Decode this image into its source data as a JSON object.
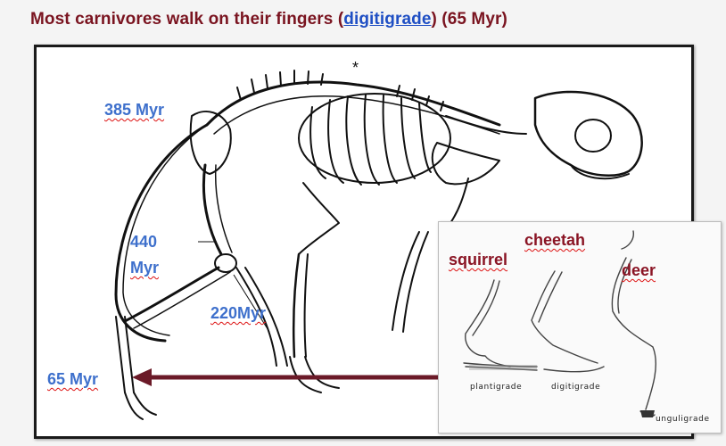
{
  "slide": {
    "title_pre": "Most carnivores walk on their fingers (",
    "title_link": "digitigrade",
    "title_post": ") (65 Myr)"
  },
  "figure": {
    "asterisk": "*",
    "labels": {
      "l385": "385 Myr",
      "l440a": "440",
      "l440b": "Myr",
      "l220": "220Myr",
      "l65": "65 Myr"
    }
  },
  "inset": {
    "cheetah": "cheetah",
    "squirrel": "squirrel",
    "deer": "deer",
    "plantigrade": "plantigrade",
    "digitigrade": "digitigrade",
    "unguligrade": "unguligrade"
  },
  "colors": {
    "title": "#7a1420",
    "link": "#1f4fc4",
    "blue_label": "#3e70cc",
    "inset_label": "#8a1424",
    "arrow": "#6b1a28"
  }
}
